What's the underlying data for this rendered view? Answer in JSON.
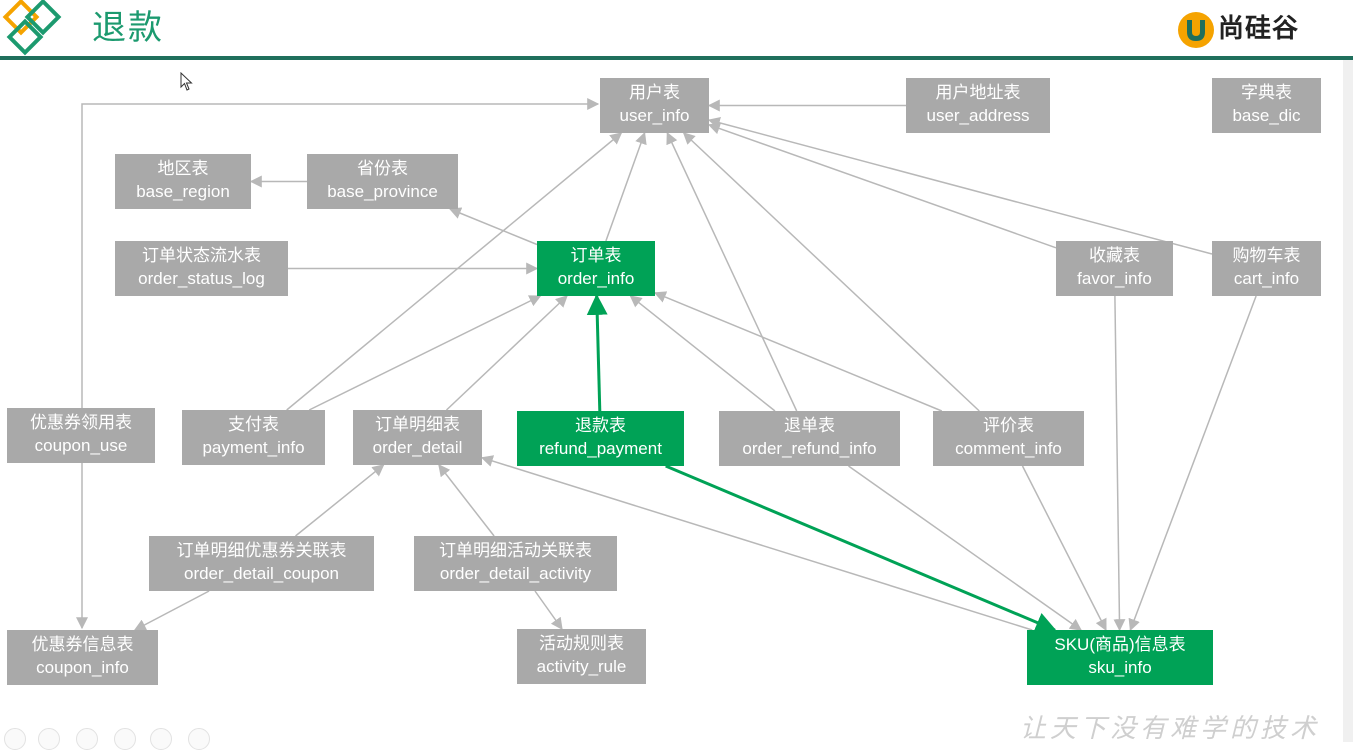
{
  "header": {
    "title": "退款",
    "brand": "尚硅谷",
    "brand_color": "#f5a300",
    "line_color": "#1f6f5c",
    "title_color": "#1c9a6f"
  },
  "colors": {
    "node_gray": "#a9a9a9",
    "node_green": "#00a256",
    "edge_gray": "#b8b8b8",
    "edge_green": "#00a256"
  },
  "nodes": {
    "user_info": {
      "cn": "用户表",
      "en": "user_info"
    },
    "user_address": {
      "cn": "用户地址表",
      "en": "user_address"
    },
    "base_dic": {
      "cn": "字典表",
      "en": "base_dic"
    },
    "base_region": {
      "cn": "地区表",
      "en": "base_region"
    },
    "base_province": {
      "cn": "省份表",
      "en": "base_province"
    },
    "order_status_log": {
      "cn": "订单状态流水表",
      "en": "order_status_log"
    },
    "order_info": {
      "cn": "订单表",
      "en": "order_info"
    },
    "favor_info": {
      "cn": "收藏表",
      "en": "favor_info"
    },
    "cart_info": {
      "cn": "购物车表",
      "en": "cart_info"
    },
    "coupon_use": {
      "cn": "优惠券领用表",
      "en": "coupon_use"
    },
    "payment_info": {
      "cn": "支付表",
      "en": "payment_info"
    },
    "order_detail": {
      "cn": "订单明细表",
      "en": "order_detail"
    },
    "refund_payment": {
      "cn": "退款表",
      "en": "refund_payment"
    },
    "order_refund_info": {
      "cn": "退单表",
      "en": "order_refund_info"
    },
    "comment_info": {
      "cn": "评价表",
      "en": "comment_info"
    },
    "order_detail_coupon": {
      "cn": "订单明细优惠券关联表",
      "en": "order_detail_coupon"
    },
    "order_detail_activity": {
      "cn": "订单明细活动关联表",
      "en": "order_detail_activity"
    },
    "coupon_info": {
      "cn": "优惠券信息表",
      "en": "coupon_info"
    },
    "activity_rule": {
      "cn": "活动规则表",
      "en": "activity_rule"
    },
    "sku_info": {
      "cn": "SKU(商品)信息表",
      "en": "sku_info"
    }
  },
  "highlighted": [
    "order_info",
    "refund_payment",
    "sku_info"
  ],
  "edges": [
    {
      "from": "user_address",
      "to": "user_info"
    },
    {
      "from": "coupon_use",
      "to": "user_info"
    },
    {
      "from": "order_info",
      "to": "user_info"
    },
    {
      "from": "payment_info",
      "to": "user_info"
    },
    {
      "from": "order_refund_info",
      "to": "user_info"
    },
    {
      "from": "comment_info",
      "to": "user_info"
    },
    {
      "from": "favor_info",
      "to": "user_info"
    },
    {
      "from": "cart_info",
      "to": "user_info"
    },
    {
      "from": "base_province",
      "to": "base_region"
    },
    {
      "from": "order_info",
      "to": "base_province"
    },
    {
      "from": "order_status_log",
      "to": "order_info"
    },
    {
      "from": "payment_info",
      "to": "order_info"
    },
    {
      "from": "order_detail",
      "to": "order_info"
    },
    {
      "from": "refund_payment",
      "to": "order_info",
      "highlight": true
    },
    {
      "from": "order_refund_info",
      "to": "order_info"
    },
    {
      "from": "comment_info",
      "to": "order_info"
    },
    {
      "from": "order_detail_coupon",
      "to": "order_detail"
    },
    {
      "from": "order_detail_activity",
      "to": "order_detail"
    },
    {
      "from": "sku_info",
      "to": "order_detail"
    },
    {
      "from": "order_detail_coupon",
      "to": "coupon_info"
    },
    {
      "from": "coupon_use",
      "to": "coupon_info"
    },
    {
      "from": "order_detail_activity",
      "to": "activity_rule"
    },
    {
      "from": "refund_payment",
      "to": "sku_info",
      "highlight": true
    },
    {
      "from": "order_refund_info",
      "to": "sku_info"
    },
    {
      "from": "comment_info",
      "to": "sku_info"
    },
    {
      "from": "favor_info",
      "to": "sku_info"
    },
    {
      "from": "cart_info",
      "to": "sku_info"
    }
  ],
  "slogan": "让天下没有难学的技术",
  "toolbar_icons": [
    "prev-icon",
    "next-icon",
    "pen-icon",
    "slides-icon",
    "zoom-icon",
    "more-icon"
  ]
}
